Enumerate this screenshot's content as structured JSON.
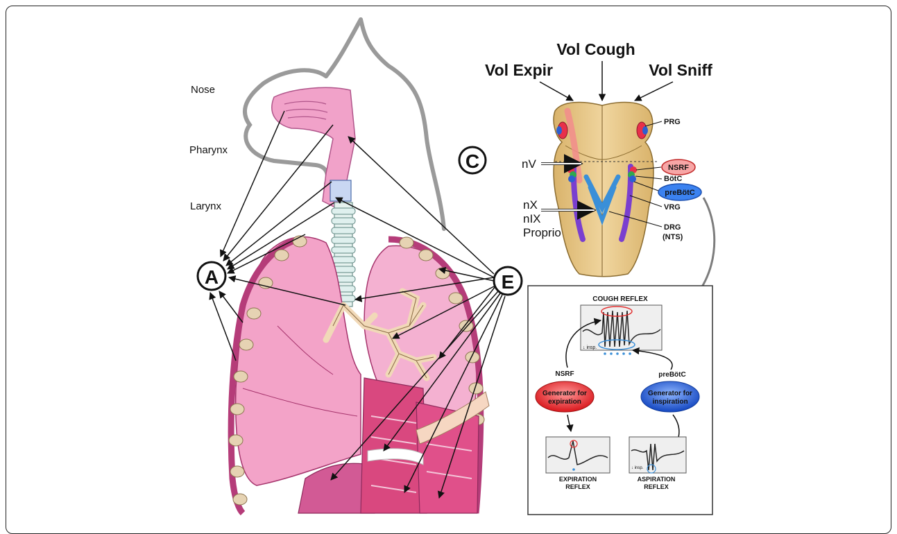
{
  "anatomy_labels": {
    "nose": "Nose",
    "pharynx": "Pharynx",
    "larynx": "Larynx",
    "node_a": "A",
    "node_c": "C",
    "node_e": "E"
  },
  "voluntary_inputs": {
    "vol_expir": "Vol Expir",
    "vol_cough": "Vol Cough",
    "vol_sniff": "Vol Sniff"
  },
  "brainstem_labels": {
    "prg": "PRG",
    "nsrf": "NSRF",
    "botc": "BötC",
    "prebotc": "preBötC",
    "vrg": "VRG",
    "drg": "DRG",
    "nts": "(NTS)",
    "nv": "nV",
    "nx": "nX",
    "nix": "nIX",
    "proprio": "Proprio"
  },
  "reflex_panel": {
    "cough_reflex": "COUGH REFLEX",
    "insp_marker": "↓ insp.",
    "nsrf_label": "NSRF",
    "prebotc_label": "preBötC",
    "gen_expiration_line1": "Generator for",
    "gen_expiration_line2": "expiration",
    "gen_inspiration_line1": "Generator for",
    "gen_inspiration_line2": "inspiration",
    "expiration_line1": "EXPIRATION",
    "expiration_line2": "REFLEX",
    "aspiration_line1": "ASPIRATION",
    "aspiration_line2": "REFLEX",
    "insp_small": "↓ insp."
  },
  "colors": {
    "lung_pink": "#f4a6c8",
    "tissue_pink": "#e985b6",
    "brainstem_tan": "#e8c98a",
    "expiration_red": "#e83a3a",
    "inspiration_blue": "#2f6fd6",
    "outline_gray": "#9a9a9a"
  }
}
